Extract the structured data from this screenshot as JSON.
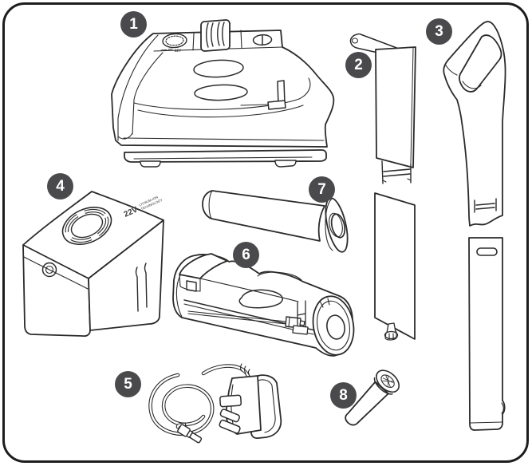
{
  "canvas": {
    "background": "#ffffff",
    "frame_color": "#1d1d1d",
    "line_color": "#2b2b2b"
  },
  "badge_style": {
    "fill": "#4a4a4d",
    "text_color": "#ffffff"
  },
  "parts": [
    {
      "number": "1",
      "name": "main floor unit"
    },
    {
      "number": "2",
      "name": "cover panel with hook"
    },
    {
      "number": "3",
      "name": "handle and lower tube"
    },
    {
      "number": "4",
      "name": "battery pack"
    },
    {
      "number": "5",
      "name": "charger with UK plug"
    },
    {
      "number": "6",
      "name": "roller housing drum"
    },
    {
      "number": "7",
      "name": "roller"
    },
    {
      "number": "8",
      "name": "small axle plug"
    }
  ],
  "labels": {
    "head_mark": "22V",
    "battery_voltage": "22V",
    "battery_tech_line1": "LITHIUM-ION",
    "battery_tech_line2": "TECHNOLOGY"
  }
}
